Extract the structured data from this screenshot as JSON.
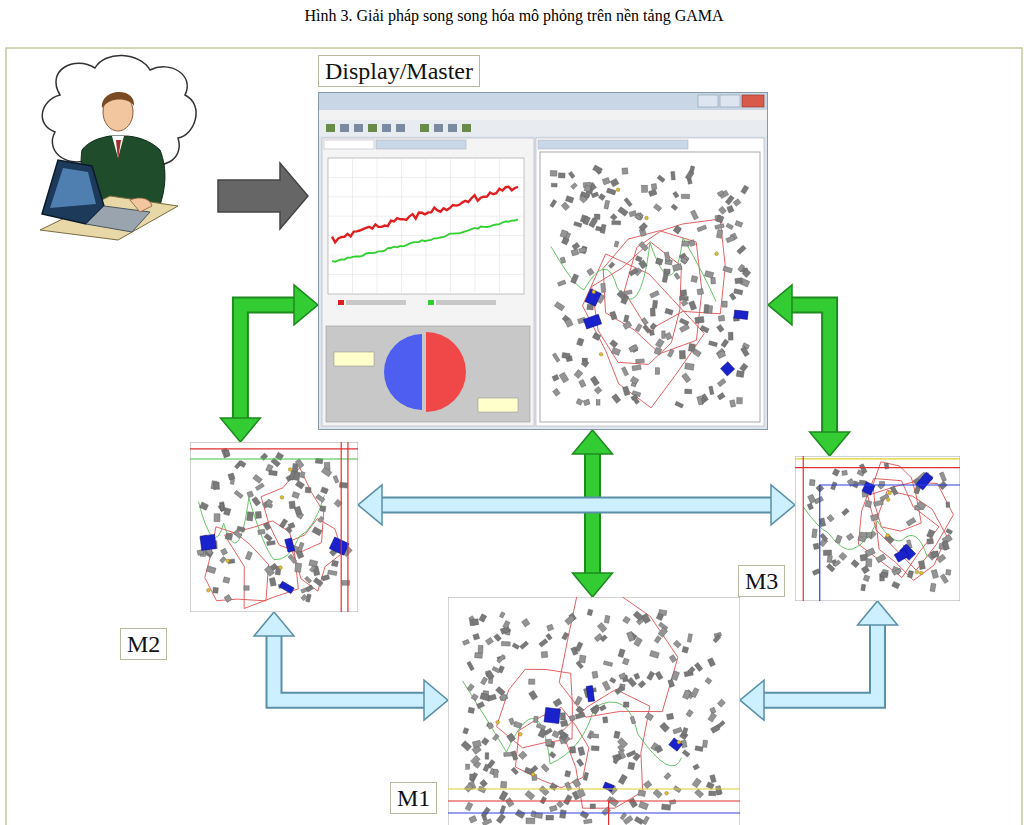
{
  "diagram": {
    "title": "Hình 3. Giải pháp song song hóa mô phỏng trên nền tảng GAMA",
    "nodes": [
      {
        "text": [
          "Display/Master"
        ]
      },
      {
        "text": [
          "M2"
        ]
      },
      {
        "text": [
          "M3"
        ]
      },
      {
        "text": [
          "M1"
        ]
      }
    ],
    "edges": [
      {
        "from": 0,
        "to": 1,
        "arrow": "both"
      },
      {
        "from": 0,
        "to": 2,
        "arrow": "both"
      },
      {
        "from": 0,
        "to": 3,
        "arrow": "both"
      },
      {
        "from": 1,
        "to": 2,
        "arrow": "both"
      },
      {
        "from": 1,
        "to": 3,
        "arrow": "both"
      },
      {
        "from": 3,
        "to": 2,
        "arrow": "both"
      }
    ]
  }
}
